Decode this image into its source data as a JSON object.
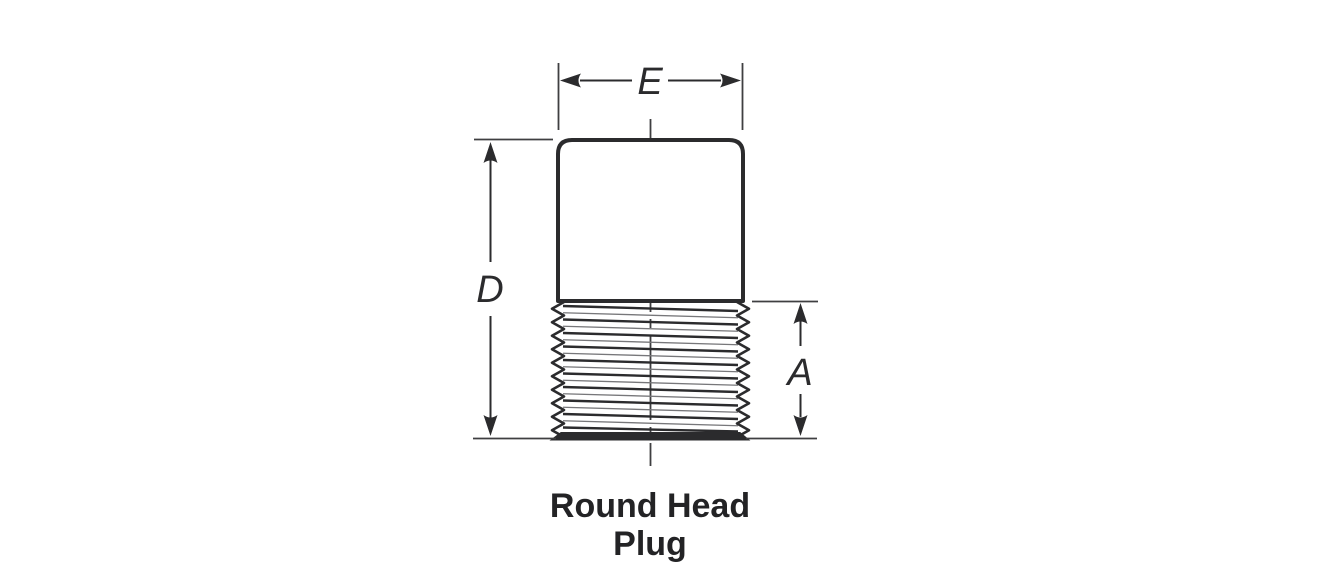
{
  "diagram": {
    "type": "technical-drawing",
    "part_name": "Round Head Plug",
    "caption_line1": "Round Head",
    "caption_line2": "Plug",
    "dimension_labels": {
      "top_width": "E",
      "overall_height": "D",
      "thread_length": "A"
    },
    "colors": {
      "outline": "#2b2b2d",
      "dimension_line": "#3f3f41",
      "thin_thread_line": "#77777a",
      "background": "#ffffff"
    }
  }
}
